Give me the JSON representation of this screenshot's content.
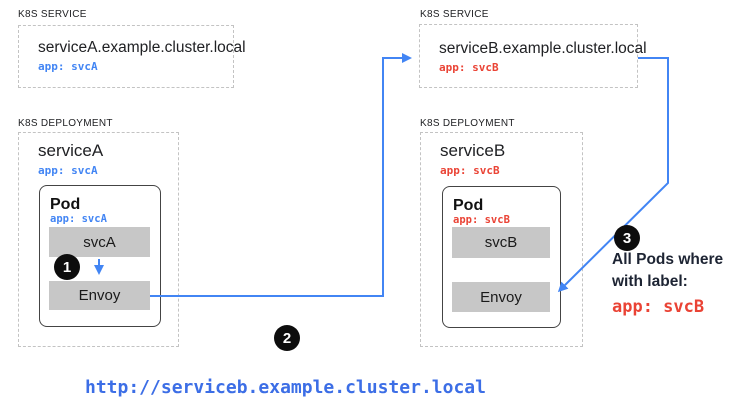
{
  "colors": {
    "flow_blue": "#4285F4",
    "selector_blue": "#4285F4",
    "selector_red": "#EA4335",
    "container_gray": "#C7C7C7",
    "badge_black": "#0D0D0D",
    "url_blue": "#3C6EE6"
  },
  "service_a": {
    "kind_label": "K8S SERVICE",
    "name": "serviceA.example.cluster.local",
    "selector": "app: svcA"
  },
  "service_b": {
    "kind_label": "K8S SERVICE",
    "name": "serviceB.example.cluster.local",
    "selector": "app: svcB"
  },
  "deployment_a": {
    "kind_label": "K8S DEPLOYMENT",
    "name": "serviceA",
    "selector": "app: svcA",
    "pod": {
      "title": "Pod",
      "selector": "app: svcA",
      "containers": [
        "svcA",
        "Envoy"
      ]
    }
  },
  "deployment_b": {
    "kind_label": "K8S DEPLOYMENT",
    "name": "serviceB",
    "selector": "app: svcB",
    "pod": {
      "title": "Pod",
      "selector": "app: svcB",
      "containers": [
        "svcB",
        "Envoy"
      ]
    }
  },
  "badges": {
    "step1": "1",
    "step2": "2",
    "step3": "3"
  },
  "annotation": {
    "line1": "All Pods where",
    "line2": "with label:",
    "selector": "app: svcB"
  },
  "url": "http://serviceb.example.cluster.local"
}
